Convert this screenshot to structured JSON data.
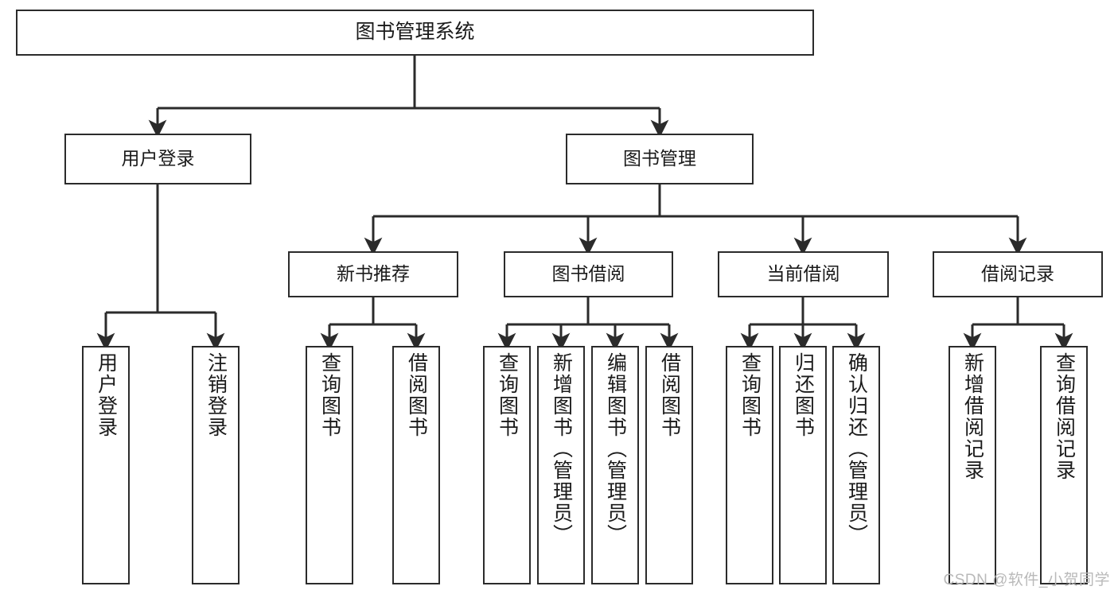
{
  "diagram": {
    "type": "hierarchy-tree",
    "title": "图书管理系统",
    "watermark": "CSDN @软件_小贺同学",
    "colors": {
      "stroke": "#2b2b2b",
      "fill": "#ffffff",
      "text": "#1a1a1a",
      "watermark": "#b9b9b9"
    },
    "root": {
      "label": "图书管理系统"
    },
    "level2": [
      {
        "label": "用户登录"
      },
      {
        "label": "图书管理"
      }
    ],
    "level3": [
      {
        "label": "新书推荐"
      },
      {
        "label": "图书借阅"
      },
      {
        "label": "当前借阅"
      },
      {
        "label": "借阅记录"
      }
    ],
    "leaves": {
      "user_login": [
        {
          "label": "用户登录"
        },
        {
          "label": "注销登录"
        }
      ],
      "new_book_recommend": [
        {
          "label": "查询图书"
        },
        {
          "label": "借阅图书"
        }
      ],
      "book_borrow": [
        {
          "label": "查询图书"
        },
        {
          "label": "新增图书（管理员）"
        },
        {
          "label": "编辑图书（管理员）"
        },
        {
          "label": "借阅图书"
        }
      ],
      "current_borrow": [
        {
          "label": "查询图书"
        },
        {
          "label": "归还图书"
        },
        {
          "label": "确认归还（管理员）"
        }
      ],
      "borrow_records": [
        {
          "label": "新增借阅记录"
        },
        {
          "label": "查询借阅记录"
        }
      ]
    }
  }
}
